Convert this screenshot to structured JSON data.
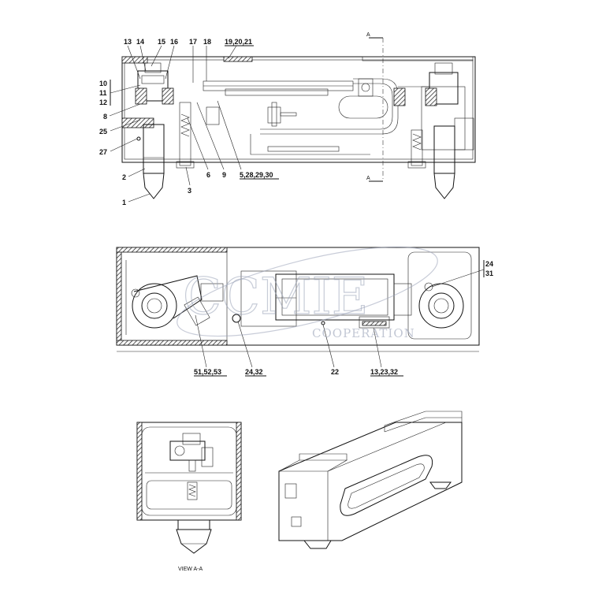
{
  "top_view": {
    "labels_top": [
      "13",
      "14",
      "15",
      "16",
      "17",
      "18",
      "19,20,21"
    ],
    "labels_left": [
      "10",
      "11",
      "12",
      "8",
      "25",
      "27",
      "2",
      "1"
    ],
    "labels_bottom": [
      "3",
      "6",
      "9",
      "5,28,29,30"
    ],
    "section_marker": "A"
  },
  "side_view": {
    "labels_right": [
      "24",
      "31"
    ],
    "labels_bottom": [
      "51,52,53",
      "24,32",
      "22",
      "13,23,32"
    ]
  },
  "section_view": {
    "caption": "VIEW A-A"
  },
  "watermark": {
    "text": "CCMIE",
    "subtext": "COOPERATION"
  }
}
